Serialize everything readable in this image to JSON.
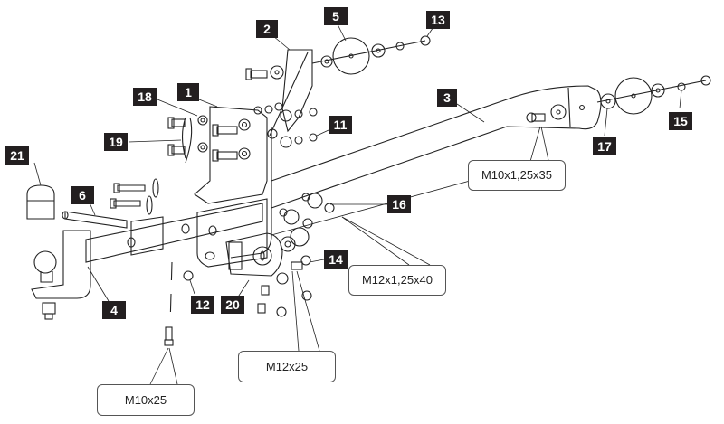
{
  "diagram": {
    "title": "Tow bar exploded assembly diagram",
    "part_labels": [
      {
        "id": "1",
        "part": "main bracket"
      },
      {
        "id": "2",
        "part": "upper side bracket"
      },
      {
        "id": "3",
        "part": "long side arm"
      },
      {
        "id": "4",
        "part": "ball mount with tow ball"
      },
      {
        "id": "5",
        "part": "large spacer disc (left)"
      },
      {
        "id": "6",
        "part": "pin"
      },
      {
        "id": "11",
        "part": "nut"
      },
      {
        "id": "12",
        "part": "nut"
      },
      {
        "id": "13",
        "part": "nut"
      },
      {
        "id": "14",
        "part": "washer/nut"
      },
      {
        "id": "15",
        "part": "lock washer"
      },
      {
        "id": "16",
        "part": "bolt with washer"
      },
      {
        "id": "17",
        "part": "washer"
      },
      {
        "id": "18",
        "part": "washer"
      },
      {
        "id": "19",
        "part": "spring clip"
      },
      {
        "id": "20",
        "part": "socket plate"
      },
      {
        "id": "21",
        "part": "ball cover cap"
      }
    ],
    "callouts": [
      {
        "text": "M10x1,25x35"
      },
      {
        "text": "M12x1,25x40"
      },
      {
        "text": "M12x25"
      },
      {
        "text": "M10x25"
      }
    ]
  }
}
